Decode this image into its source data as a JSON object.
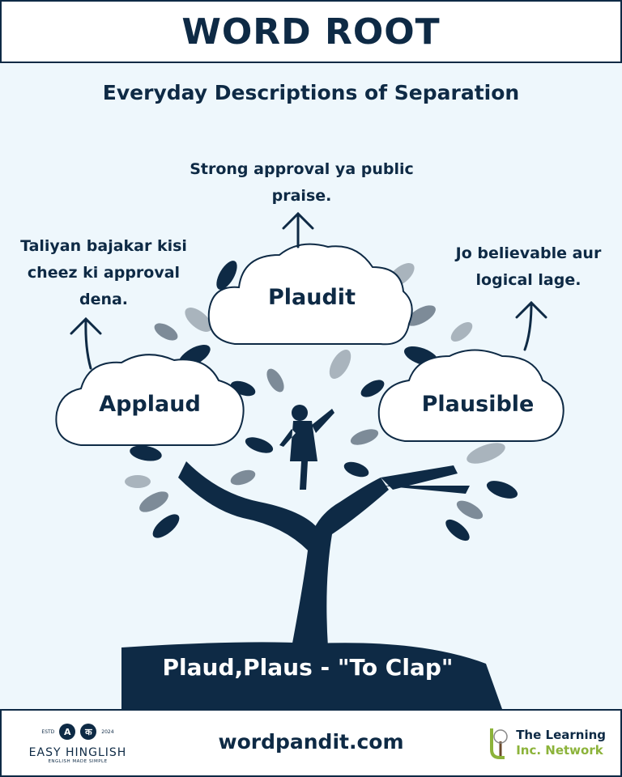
{
  "header": {
    "title": "WORD ROOT"
  },
  "subtitle": "Everyday Descriptions of Separation",
  "root": "Plaud,Plaus - \"To Clap\"",
  "words": [
    {
      "word": "Applaud",
      "definition": "Taliyan bajakar kisi cheez ki approval dena."
    },
    {
      "word": "Plaudit",
      "definition": "Strong approval ya public praise."
    },
    {
      "word": "Plausible",
      "definition": "Jo believable aur logical lage."
    }
  ],
  "footer": {
    "site": "wordpandit.com",
    "left_logo": {
      "estd": "ESTD",
      "year": "2024",
      "letter_a": "A",
      "letter_ka": "क",
      "name": "EASY HINGLISH",
      "tagline": "ENGLISH MADE SIMPLE"
    },
    "right_logo": {
      "line1": "The Learning",
      "line2": "Inc. Network"
    }
  },
  "colors": {
    "navy": "#0e2a45",
    "bg": "#eef7fc",
    "green": "#8cb33a"
  }
}
